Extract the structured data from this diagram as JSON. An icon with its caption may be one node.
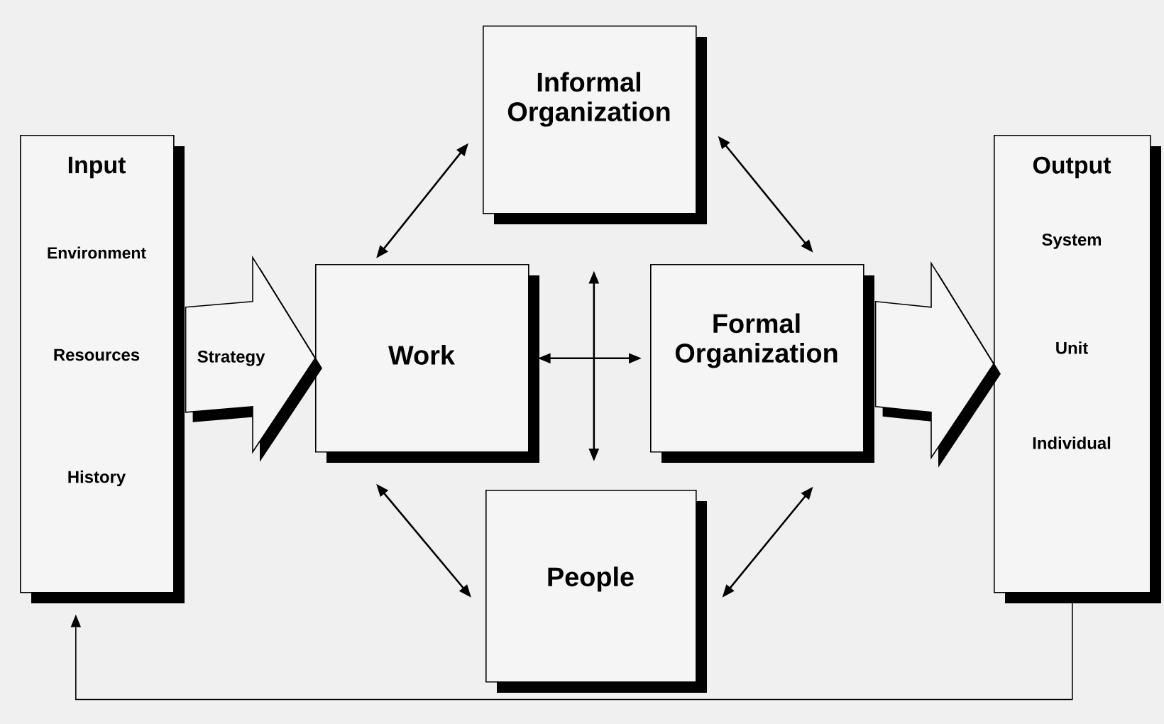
{
  "diagram": {
    "nodes": [
      {
        "text": [
          "Input",
          "Environment",
          "Resources",
          "History"
        ]
      },
      {
        "text": [
          "Work"
        ]
      },
      {
        "text": [
          "Informal Organization"
        ]
      },
      {
        "text": [
          "Formal Organization"
        ]
      },
      {
        "text": [
          "People"
        ]
      },
      {
        "text": [
          "Output",
          "System",
          "Unit",
          "Individual"
        ]
      }
    ],
    "edges": [
      {
        "from": 0,
        "to": 1,
        "arrow": "to",
        "style": "thick",
        "label": "Strategy"
      },
      {
        "from": 1,
        "to": 2,
        "arrow": "both"
      },
      {
        "from": 2,
        "to": 3,
        "arrow": "both"
      },
      {
        "from": 1,
        "to": 3,
        "arrow": "both"
      },
      {
        "from": 2,
        "to": 4,
        "arrow": "both"
      },
      {
        "from": 1,
        "to": 4,
        "arrow": "both"
      },
      {
        "from": 4,
        "to": 3,
        "arrow": "both"
      },
      {
        "from": 3,
        "to": 5,
        "arrow": "to",
        "style": "thick"
      },
      {
        "from": 5,
        "to": 0,
        "arrow": "to"
      }
    ]
  }
}
